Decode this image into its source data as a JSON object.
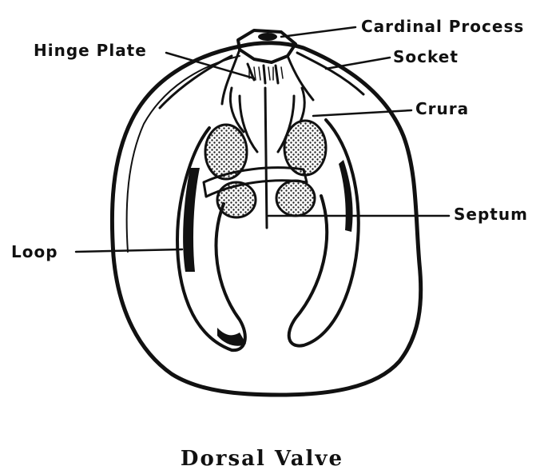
{
  "diagram": {
    "labels": {
      "cardinal_process": "Cardinal Process",
      "hinge_plate": "Hinge Plate",
      "socket": "Socket",
      "crura": "Crura",
      "septum": "Septum",
      "loop": "Loop"
    },
    "caption": "Dorsal Valve"
  }
}
